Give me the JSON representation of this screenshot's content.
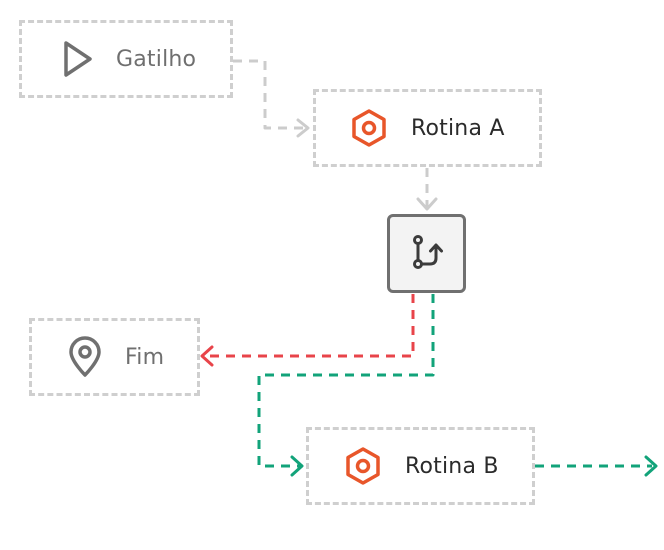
{
  "nodes": {
    "trigger": {
      "label": "Gatilho",
      "icon": "play-icon"
    },
    "routine_a": {
      "label": "Rotina A",
      "icon": "hexagon-nut-icon"
    },
    "branch": {
      "icon": "git-branch-icon"
    },
    "end": {
      "label": "Fim",
      "icon": "map-pin-icon"
    },
    "routine_b": {
      "label": "Rotina B",
      "icon": "hexagon-nut-icon"
    }
  },
  "colors": {
    "dashed_border": "#cfcfcf",
    "connector_default": "#cccccc",
    "connector_false": "#e8444a",
    "connector_true": "#12a37a",
    "routine_icon": "#e8562a",
    "muted_icon": "#707070"
  }
}
